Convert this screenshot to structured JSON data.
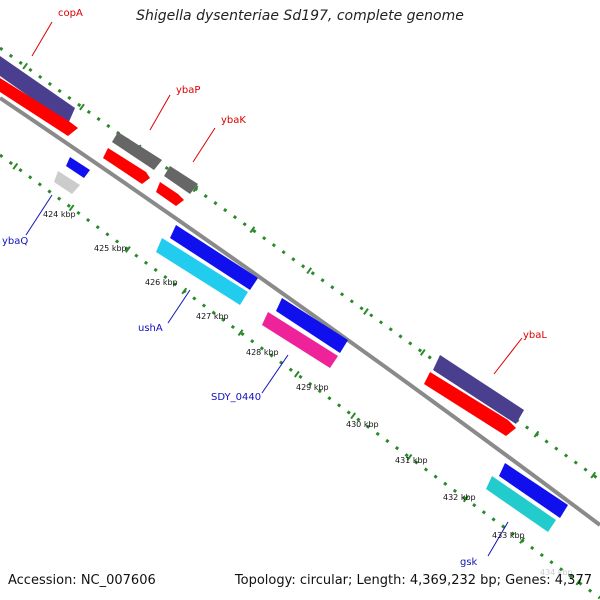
{
  "title": "Shigella dysenteriae Sd197, complete genome",
  "footer": {
    "accession": "Accession: NC_007606",
    "summary": "Topology: circular; Length: 4,369,232 bp; Genes: 4,377"
  },
  "genes": [
    {
      "name": "copA",
      "color": "#dd0000"
    },
    {
      "name": "ybaP",
      "color": "#dd0000"
    },
    {
      "name": "ybaK",
      "color": "#dd0000"
    },
    {
      "name": "ybaQ",
      "color": "#1111bb"
    },
    {
      "name": "ushA",
      "color": "#1111bb"
    },
    {
      "name": "SDY_0440",
      "color": "#1111bb"
    },
    {
      "name": "ybaL",
      "color": "#dd0000"
    },
    {
      "name": "gsk",
      "color": "#1111bb"
    }
  ],
  "scale_ticks": [
    "424 kbp",
    "425 kbp",
    "426 kbp",
    "427 kbp",
    "428 kbp",
    "429 kbp",
    "430 kbp",
    "431 kbp",
    "432 kbp",
    "433 kbp",
    "434 kbp"
  ],
  "colors": {
    "dotted_track": "#2a8a2a",
    "backbone": "#8a8a8a",
    "cds_forward": "#ff0000",
    "cds_reverse": "#1010ee",
    "gene_purple": "#4a3f8f",
    "gene_gray": "#666666",
    "gene_light_gray": "#cccccc",
    "gene_cyan": "#22ccee",
    "gene_magenta": "#ee2299",
    "gene_teal": "#22cccc"
  }
}
